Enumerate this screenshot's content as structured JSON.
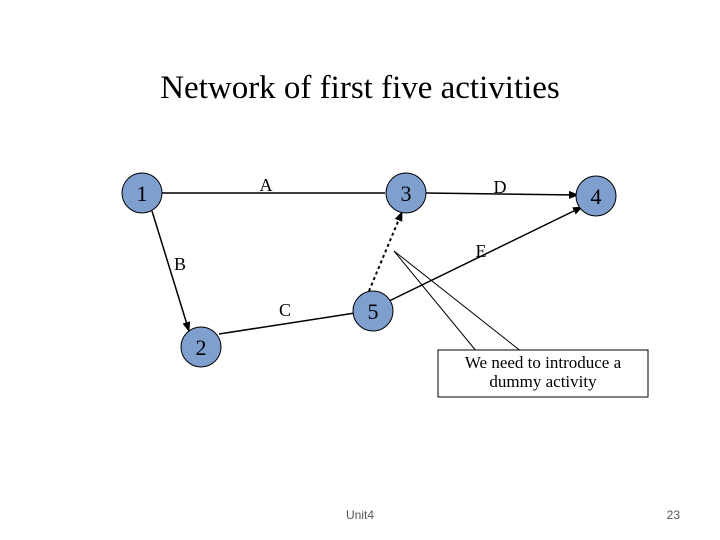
{
  "title": "Network of first five activities",
  "footer": "Unit4",
  "page_number": "23",
  "colors": {
    "node_fill": "#7f9fcf",
    "line": "#000000",
    "callout_border": "#000000"
  },
  "nodes": [
    {
      "id": "1",
      "label": "1"
    },
    {
      "id": "2",
      "label": "2"
    },
    {
      "id": "3",
      "label": "3"
    },
    {
      "id": "4",
      "label": "4"
    },
    {
      "id": "5",
      "label": "5"
    }
  ],
  "activities": [
    {
      "label": "A",
      "from": "1",
      "to": "3",
      "dashed": false,
      "arrow": false
    },
    {
      "label": "B",
      "from": "1",
      "to": "2",
      "dashed": false,
      "arrow": true
    },
    {
      "label": "C",
      "from": "2",
      "to": "5",
      "dashed": false,
      "arrow": false
    },
    {
      "label": "D",
      "from": "3",
      "to": "4",
      "dashed": false,
      "arrow": true
    },
    {
      "label": "E",
      "from": "5",
      "to": "4",
      "dashed": false,
      "arrow": true
    },
    {
      "label": "",
      "from": "5",
      "to": "3",
      "dashed": true,
      "arrow": true
    }
  ],
  "callout": {
    "line1": "We need to introduce a",
    "line2": "dummy activity"
  }
}
